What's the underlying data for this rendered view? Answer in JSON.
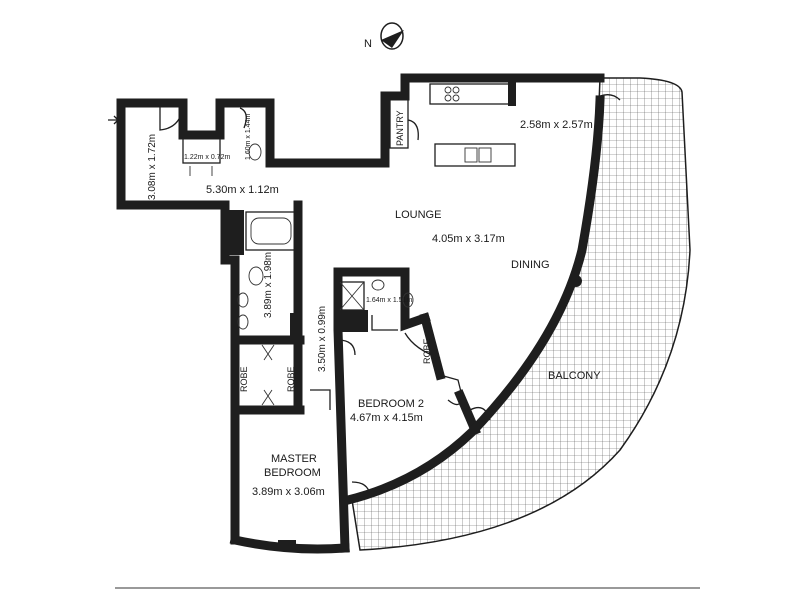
{
  "compass": {
    "icon": "north-arrow-icon",
    "letter": "N"
  },
  "rooms": {
    "entry": {
      "dims": "3.08m x 1.72m"
    },
    "laundry": {
      "dims": "1.22m x 0.72m"
    },
    "powder": {
      "dims": "1.60m x 1.44m"
    },
    "hall": {
      "dims": "5.30m x 1.12m"
    },
    "pantry": {
      "label": "PANTRY"
    },
    "kitchen": {
      "dims": "2.58m x 2.57m"
    },
    "lounge": {
      "label": "LOUNGE",
      "dims": "4.05m x 3.17m"
    },
    "dining": {
      "label": "DINING"
    },
    "ensuite": {
      "dims": "3.89m x 1.98m"
    },
    "bath2": {
      "dims": "1.64m x 1.51m"
    },
    "corridor": {
      "dims": "3.50m x 0.99m"
    },
    "robe1": {
      "label": "ROBE"
    },
    "robe2": {
      "label": "ROBE"
    },
    "robe3": {
      "label": "ROBE"
    },
    "bedroom2": {
      "label": "BEDROOM 2",
      "dims": "4.67m x 4.15m"
    },
    "master": {
      "label1": "MASTER",
      "label2": "BEDROOM",
      "dims": "3.89m x 3.06m"
    },
    "balcony": {
      "label": "BALCONY"
    }
  }
}
